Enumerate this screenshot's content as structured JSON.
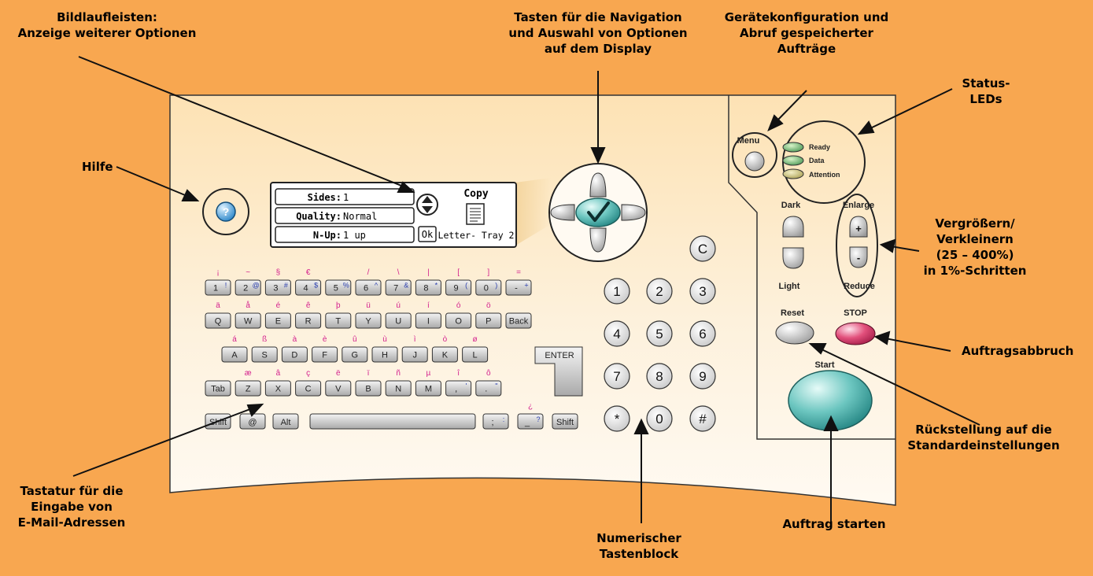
{
  "callouts": {
    "scrollbars": "Bildlaufleisten:\nAnzeige weiterer Optionen",
    "navigation": "Tasten für die Navigation\nund Auswahl von Optionen\nauf dem Display",
    "config": "Gerätekonfiguration und\nAbruf gespeicherter\nAufträge",
    "status_leds": "Status-\nLEDs",
    "help": "Hilfe",
    "enlarge_reduce": "Vergrößern/\nVerkleinern\n(25 – 400%)\nin 1%-Schritten",
    "cancel": "Auftragsabbruch",
    "reset_desc": "Rückstellung auf die\nStandardeinstellungen",
    "start_desc": "Auftrag starten",
    "numpad_desc": "Numerischer\nTastenblock",
    "keyboard_desc": "Tastatur für die\nEingabe von\nE-Mail-Adressen"
  },
  "display": {
    "rows": [
      {
        "label": "Sides:",
        "value": "1"
      },
      {
        "label": "Quality:",
        "value": "Normal"
      },
      {
        "label": "N-Up:",
        "value": "1 up"
      }
    ],
    "mode": "Copy",
    "ok": "Ok",
    "paper": "Letter- Tray 2"
  },
  "panel": {
    "menu": "Menu",
    "leds": [
      "Ready",
      "Data",
      "Attention"
    ],
    "dark": "Dark",
    "light": "Light",
    "enlarge": "Enlarge",
    "reduce": "Reduce",
    "plus": "+",
    "minus": "-",
    "reset": "Reset",
    "stop": "STOP",
    "start": "Start",
    "help_symbol": "?"
  },
  "keyboard": {
    "row1": [
      {
        "main": "1",
        "shift": "!",
        "alt": "¡"
      },
      {
        "main": "2",
        "shift": "@",
        "alt": "~"
      },
      {
        "main": "3",
        "shift": "#",
        "alt": "§"
      },
      {
        "main": "4",
        "shift": "$",
        "alt": "€"
      },
      {
        "main": "5",
        "shift": "%",
        "alt": ""
      },
      {
        "main": "6",
        "shift": "^",
        "alt": "/"
      },
      {
        "main": "7",
        "shift": "&",
        "alt": "\\"
      },
      {
        "main": "8",
        "shift": "*",
        "alt": "|"
      },
      {
        "main": "9",
        "shift": "(",
        "alt": "["
      },
      {
        "main": "0",
        "shift": ")",
        "alt": "]"
      },
      {
        "main": "-",
        "shift": "+",
        "alt": "="
      }
    ],
    "row2": [
      {
        "main": "Q",
        "alt": "ä"
      },
      {
        "main": "W",
        "alt": "å"
      },
      {
        "main": "E",
        "alt": "é"
      },
      {
        "main": "R",
        "alt": "ê"
      },
      {
        "main": "T",
        "alt": "þ"
      },
      {
        "main": "Y",
        "alt": "ü"
      },
      {
        "main": "U",
        "alt": "ú"
      },
      {
        "main": "I",
        "alt": "í"
      },
      {
        "main": "O",
        "alt": "ó"
      },
      {
        "main": "P",
        "alt": "ö"
      },
      {
        "main": "Back",
        "alt": ""
      }
    ],
    "row3": [
      {
        "main": "A",
        "alt": "á"
      },
      {
        "main": "S",
        "alt": "ß"
      },
      {
        "main": "D",
        "alt": "à"
      },
      {
        "main": "F",
        "alt": "è"
      },
      {
        "main": "G",
        "alt": "û"
      },
      {
        "main": "H",
        "alt": "ù"
      },
      {
        "main": "J",
        "alt": "ì"
      },
      {
        "main": "K",
        "alt": "ò"
      },
      {
        "main": "L",
        "alt": "ø"
      }
    ],
    "enter": "ENTER",
    "row4": [
      {
        "main": "Tab",
        "alt": ""
      },
      {
        "main": "Z",
        "alt": "æ"
      },
      {
        "main": "X",
        "alt": "â"
      },
      {
        "main": "C",
        "alt": "ç"
      },
      {
        "main": "V",
        "alt": "ë"
      },
      {
        "main": "B",
        "alt": "ï"
      },
      {
        "main": "N",
        "alt": "ñ"
      },
      {
        "main": "M",
        "alt": "µ"
      },
      {
        "main": ",",
        "shift": "'",
        "alt": "î"
      },
      {
        "main": ".",
        "shift": "\"",
        "alt": "ô"
      }
    ],
    "row5": {
      "shift_left": "Shift",
      "at": "@",
      "alt": "Alt",
      "semi": ";",
      "colon": ":",
      "q_main": "_",
      "q_shift": "?",
      "q_alt": "¿",
      "shift_right": "Shift"
    }
  },
  "numpad": [
    "1",
    "2",
    "3",
    "4",
    "5",
    "6",
    "7",
    "8",
    "9",
    "*",
    "0",
    "#"
  ],
  "clear_key": "C",
  "colors": {
    "background": "#f8a750",
    "panel": "#fdf0d5",
    "accent_teal": "#2a9d9b",
    "stop_red": "#c0244f",
    "alt_magenta": "#d4218d",
    "shift_blue": "#2b3fae"
  }
}
